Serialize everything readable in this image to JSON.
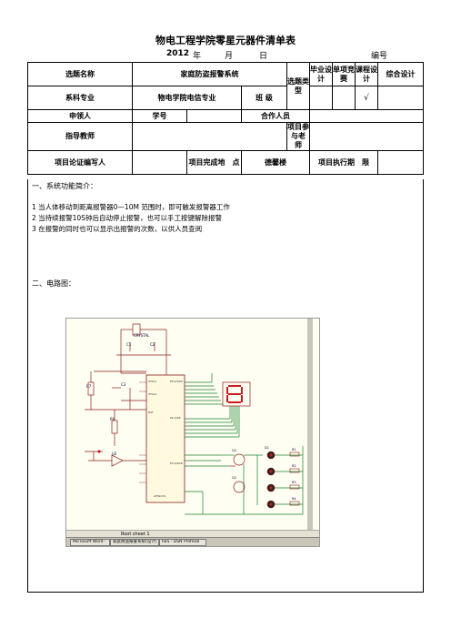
{
  "title": "物电工程学院零星元器件清单表",
  "subline": {
    "year": "2012",
    "year_unit": "年",
    "month_unit": "月",
    "day_unit": "日",
    "number_label": "编号"
  },
  "form": {
    "project_name_label": "选题名称",
    "project_name_value": "家庭防盗报警系统",
    "type_label": "选题类型",
    "type_options": [
      "毕业设计",
      "单项竞赛",
      "课程设计",
      "综合设计"
    ],
    "type_checked_mark": "√",
    "major_label": "系科专业",
    "major_value": "物电学院电信专业",
    "class_label": "班 级",
    "applicant_label": "申领人",
    "student_id_label": "学号",
    "partner_label": "合作人员",
    "teacher_label": "指导教师",
    "teacher_join_label": "项目参与老　师",
    "author_label": "项目论证编写人",
    "place_label": "项目完成地　点",
    "place_value": "德馨楼",
    "period_label": "项目执行期　限"
  },
  "body": {
    "section1": "一、系统功能简介：",
    "lines": [
      "1  当人体移动到距离报警器0—10M  范围时，即可触发报警器工作",
      "2  当持续报警10S钟后自动停止报警，也可以手工按键解除报警",
      "3  在报警的同时也可以显示出报警的次数，以供人员查阅"
    ],
    "section2": "二、电路图："
  },
  "schematic": {
    "taskbar_items": [
      "Microsoft Word -",
      "家庭防盗报警系统(设计) -",
      "ISIS - DSN ProfessI"
    ],
    "status_text": "Root sheet 1"
  }
}
